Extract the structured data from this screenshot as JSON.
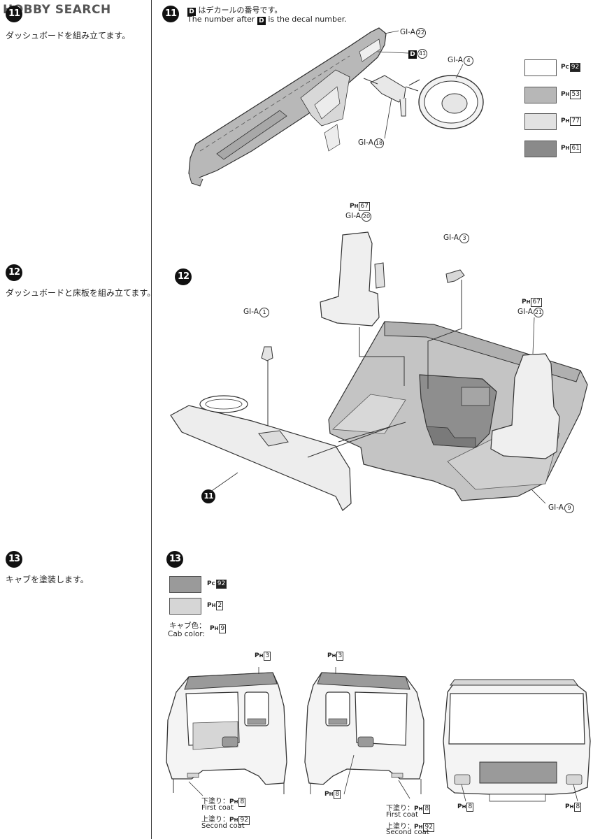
{
  "header": {
    "logo_text": "HOBBY SEARCH"
  },
  "steps": {
    "s11": {
      "number": "11",
      "left_text": "ダッシュボードを組み立てます。",
      "note_jp": "はデカールの番号です。",
      "note_d": "D",
      "note_en_pre": "The number after",
      "note_en_post": "is the decal number.",
      "labels": {
        "gia22_text": "GI-A",
        "gia22_num": "22",
        "d41_box": "D",
        "d41_num": "41",
        "gia4_text": "GI-A",
        "gia4_num": "4",
        "gia18_text": "GI-A",
        "gia18_num": "18"
      },
      "legend": [
        {
          "color": "#ffffff",
          "prefix": "P",
          "sub": "C",
          "code": "92",
          "inverse": true
        },
        {
          "color": "#b7b7b7",
          "prefix": "P",
          "sub": "H",
          "code": "53",
          "inverse": false
        },
        {
          "color": "#e2e2e2",
          "prefix": "P",
          "sub": "H",
          "code": "77",
          "inverse": false
        },
        {
          "color": "#8a8a8a",
          "prefix": "P",
          "sub": "H",
          "code": "61",
          "inverse": false
        }
      ]
    },
    "s12": {
      "number": "12",
      "left_text": "ダッシュボードと床板を組み立てます。",
      "labels": {
        "seat_left_paint_prefix": "P",
        "seat_left_paint_sub": "H",
        "seat_left_paint_code": "67",
        "seat_left_part": "GI-A",
        "seat_left_num": "20",
        "gia3_text": "GI-A",
        "gia3_num": "3",
        "seat_right_paint_prefix": "P",
        "seat_right_paint_sub": "H",
        "seat_right_paint_code": "67",
        "seat_right_part": "GI-A",
        "seat_right_num": "21",
        "gia1_text": "GI-A",
        "gia1_num": "1",
        "gia9_text": "GI-A",
        "gia9_num": "9",
        "ref11": "11"
      }
    },
    "s13": {
      "number": "13",
      "left_text": "キャブを塗装します。",
      "legend": [
        {
          "color": "#9a9a9a",
          "prefix": "P",
          "sub": "C",
          "code": "92",
          "inverse": true
        },
        {
          "color": "#d6d6d6",
          "prefix": "P",
          "sub": "H",
          "code": "2",
          "inverse": false
        }
      ],
      "cab_color_jp": "キャブ色：",
      "cab_color_en": "Cab color:",
      "cab_color_code": "9",
      "roof_code_left": "3",
      "roof_code_mid": "3",
      "coat1": {
        "jp1": "下塗り：",
        "code1": "8",
        "en1": "First coat",
        "jp2": "上塗り：",
        "code2": "92",
        "en2": "Second coat"
      },
      "coat2": {
        "jp1": "下塗り：",
        "code1": "8",
        "en1": "First coat",
        "jp2": "上塗り：",
        "code2": "92",
        "en2": "Second coat"
      },
      "mid_step_code": "8",
      "front_left_code": "8",
      "front_right_code": "8"
    }
  }
}
